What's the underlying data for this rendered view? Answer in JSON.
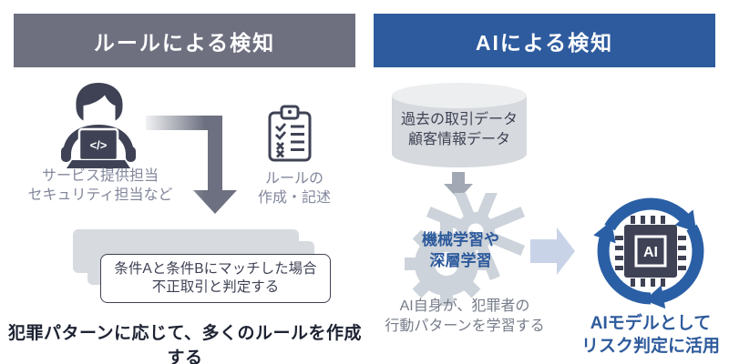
{
  "rule_panel": {
    "header": "ルールによる検知",
    "staff": {
      "line1": "サービス提供担当",
      "line2": "セキュリティ担当など"
    },
    "laptop_code": "</>",
    "rules_note": {
      "line1": "ルールの",
      "line2": "作成・記述"
    },
    "rule_card": {
      "line1": "条件Aと条件Bにマッチした場合",
      "line2": "不正取引と判定する"
    },
    "bottom_note": "犯罪パターンに応じて、多くのルールを作成する"
  },
  "ai_panel": {
    "header": "AIによる検知",
    "database": {
      "line1": "過去の取引データ",
      "line2": "顧客情報データ"
    },
    "ml": {
      "line1": "機械学習や",
      "line2": "深層学習"
    },
    "learning_note": {
      "line1": "AI自身が、犯罪者の",
      "line2": "行動パターンを学習する"
    },
    "chip_label": "AI",
    "usage_note": {
      "line1": "AIモデルとして",
      "line2": "リスク判定に活用"
    }
  },
  "icons": {
    "person_laptop": "person-with-laptop-icon",
    "clipboard": "clipboard-checklist-icon",
    "database": "database-cylinder-icon",
    "gears": "gears-icon",
    "chip": "ai-chip-icon",
    "cycle": "circular-arrows-icon"
  },
  "colors": {
    "rule_header_bg": "#6E7080",
    "ai_header_bg": "#2E5B9E",
    "accent_blue": "#2D5A9C",
    "dark_icon": "#3E4254",
    "light_gray": "#D7DADE",
    "gray_text": "#82879B",
    "small_arrow_gray": "#A2A8B4",
    "light_blue_arrow": "#C9D3E8",
    "cycle_arrow_blue": "#2A5FA5",
    "bottom_text": "#1E2333"
  }
}
